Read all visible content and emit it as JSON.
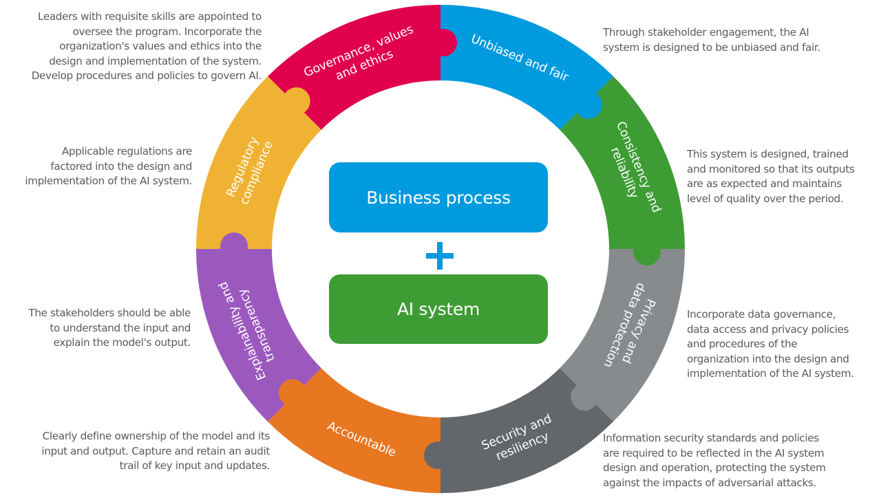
{
  "diagram": {
    "center": {
      "top_box": {
        "label": "Business process",
        "color": "#009ADE"
      },
      "operator": {
        "symbol": "+",
        "icon": "plus-icon",
        "color": "#009ADE"
      },
      "bottom_box": {
        "label": "AI system",
        "color": "#3E9C35"
      }
    },
    "segments": [
      {
        "id": "governance",
        "label_lines": [
          "Governance, values",
          "and ethics"
        ],
        "color": "#E0004D",
        "description": "Leaders with requisite skills are appointed to\noversee the program. Incorporate the\norganization's values and ethics into the\ndesign and implementation of the system.\nDevelop procedures and policies to govern AI."
      },
      {
        "id": "unbiased",
        "label_lines": [
          "Unbiased and fair"
        ],
        "color": "#009ADE",
        "description": "Through stakeholder engagement, the AI\nsystem is designed to be unbiased and fair."
      },
      {
        "id": "consistency",
        "label_lines": [
          "Consistency and",
          "reliability"
        ],
        "color": "#3E9C35",
        "description": "This system is designed, trained\nand monitored so that its outputs\nare as expected and maintains\nlevel of quality over the period."
      },
      {
        "id": "privacy",
        "label_lines": [
          "Privacy and",
          "data protection"
        ],
        "color": "#888B8D",
        "description": "Incorporate data governance,\ndata access and privacy policies\nand procedures of the\norganization into the design and\nimplementation of the AI system."
      },
      {
        "id": "security",
        "label_lines": [
          "Security and",
          "resiliency"
        ],
        "color": "#63666A",
        "description": "Information security standards and policies\nare required to be reflected in the AI system\ndesign and operation, protecting the system\nagainst the impacts of adversarial attacks."
      },
      {
        "id": "accountable",
        "label_lines": [
          "Accountable"
        ],
        "color": "#E87722",
        "description": "Clearly define ownership of the model and its\ninput and output. Capture and retain an audit\ntrail of key input and updates."
      },
      {
        "id": "explainability",
        "label_lines": [
          "Explainability and",
          "transparency"
        ],
        "color": "#9B59BE",
        "description": "The stakeholders should be able\nto understand the input and\nexplain the model's output."
      },
      {
        "id": "regulatory",
        "label_lines": [
          "Regulatory",
          "compliance"
        ],
        "color": "#F0B232",
        "description": "Applicable regulations are\nfactored into the design and\nimplementation of the AI system."
      }
    ]
  }
}
